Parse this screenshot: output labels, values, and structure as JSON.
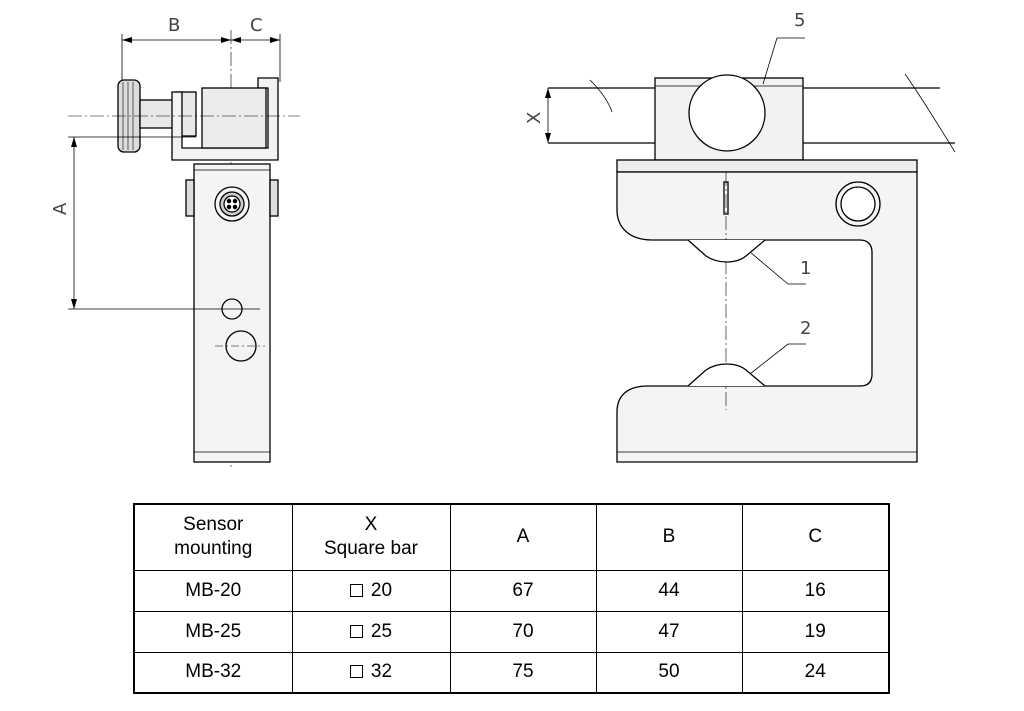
{
  "drawing": {
    "dimensions": {
      "B": "B",
      "C": "C",
      "A": "A",
      "X": "X"
    },
    "callouts": {
      "one": "1",
      "two": "2",
      "five": "5"
    }
  },
  "table": {
    "headers": {
      "sensor_line1": "Sensor",
      "sensor_line2": "mounting",
      "x_line1": "X",
      "x_line2": "Square bar",
      "a": "A",
      "b": "B",
      "c": "C"
    },
    "rows": [
      {
        "mounting": "MB-20",
        "square_bar": "20",
        "a": "67",
        "b": "44",
        "c": "16"
      },
      {
        "mounting": "MB-25",
        "square_bar": "25",
        "a": "70",
        "b": "47",
        "c": "19"
      },
      {
        "mounting": "MB-32",
        "square_bar": "32",
        "a": "75",
        "b": "50",
        "c": "24"
      }
    ]
  }
}
